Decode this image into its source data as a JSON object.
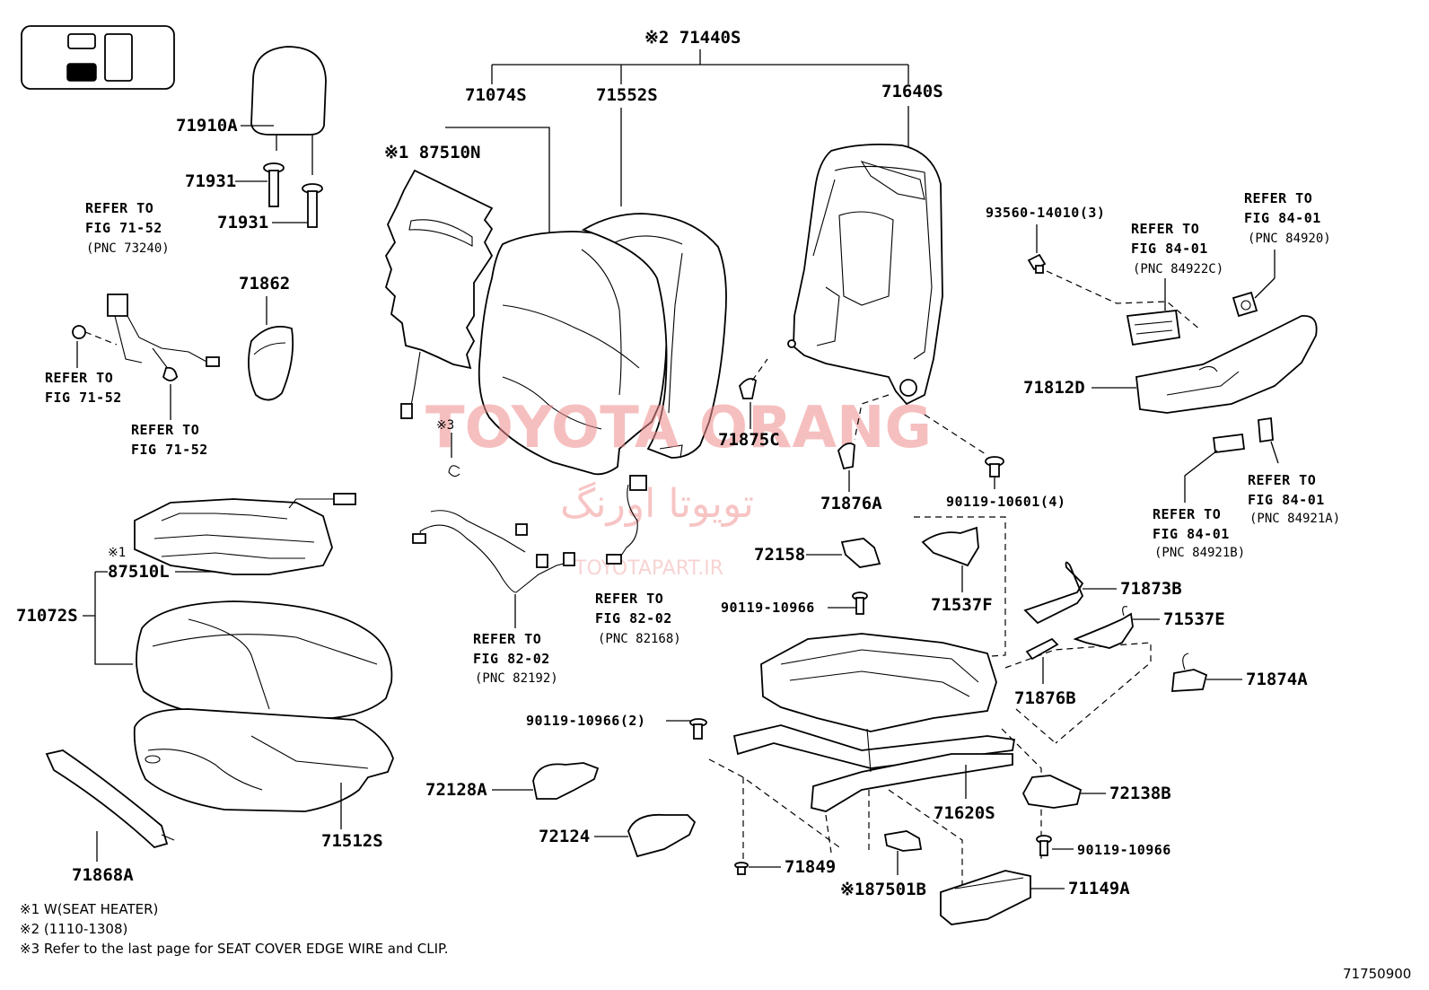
{
  "watermark": {
    "brand": "TOYOTA ORANG",
    "brand_fa": "تویوتا اورنگ",
    "site": "TOYOTAPART.IR"
  },
  "labels": {
    "p71440s": "※2 71440S",
    "p71074s": "71074S",
    "p71552s": "71552S",
    "p71640s": "71640S",
    "p87510n": "※1 87510N",
    "p71910a": "71910A",
    "p71931a": "71931",
    "p71931b": "71931",
    "p71862": "71862",
    "p87510l": "87510L",
    "p87510l_mark": "※1",
    "p71072s": "71072S",
    "p71512s": "71512S",
    "p71868a": "71868A",
    "p3mark": "※3",
    "p71875c": "71875C",
    "p71876a": "71876A",
    "p72158": "72158",
    "b9011910966a": "90119-10966",
    "p71537f": "71537F",
    "p71873b": "71873B",
    "p71537e": "71537E",
    "p71874a": "71874A",
    "p71876b": "71876B",
    "b9011910966b": "90119-10966(2)",
    "p72128a": "72128A",
    "p72124": "72124",
    "p71849": "71849",
    "p87501b": "※187501B",
    "p71620s": "71620S",
    "p72138b": "72138B",
    "b9011910966c": "90119-10966",
    "p71149a": "71149A",
    "b9356014010": "93560-14010(3)",
    "b9011910601": "90119-10601(4)",
    "p71812d": "71812D",
    "fig_number": "71750900"
  },
  "refers": {
    "headrest_belt": {
      "l1": "REFER TO",
      "l2": "FIG 71-52",
      "l3": "(PNC 73240)"
    },
    "belt_left": {
      "l1": "REFER TO",
      "l2": "FIG 71-52"
    },
    "belt_bottom": {
      "l1": "REFER TO",
      "l2": "FIG 71-52"
    },
    "harness_192": {
      "l1": "REFER TO",
      "l2": "FIG 82-02",
      "l3": "(PNC 82192)"
    },
    "harness_168": {
      "l1": "REFER TO",
      "l2": "FIG 82-02",
      "l3": "(PNC 82168)"
    },
    "switch_922c": {
      "l1": "REFER TO",
      "l2": "FIG 84-01",
      "l3": "(PNC 84922C)"
    },
    "knob_920": {
      "l1": "REFER TO",
      "l2": "FIG 84-01",
      "l3": "(PNC 84920)"
    },
    "knob_921a": {
      "l1": "REFER TO",
      "l2": "FIG 84-01",
      "l3": "(PNC 84921A)"
    },
    "knob_921b": {
      "l1": "REFER TO",
      "l2": "FIG 84-01",
      "l3": "(PNC 84921B)"
    }
  },
  "notes": {
    "n1": "※1  W(SEAT  HEATER)",
    "n2": "※2 (1110-1308)",
    "n3": "※3  Refer to the last page for SEAT COVER EDGE WIRE and CLIP."
  }
}
